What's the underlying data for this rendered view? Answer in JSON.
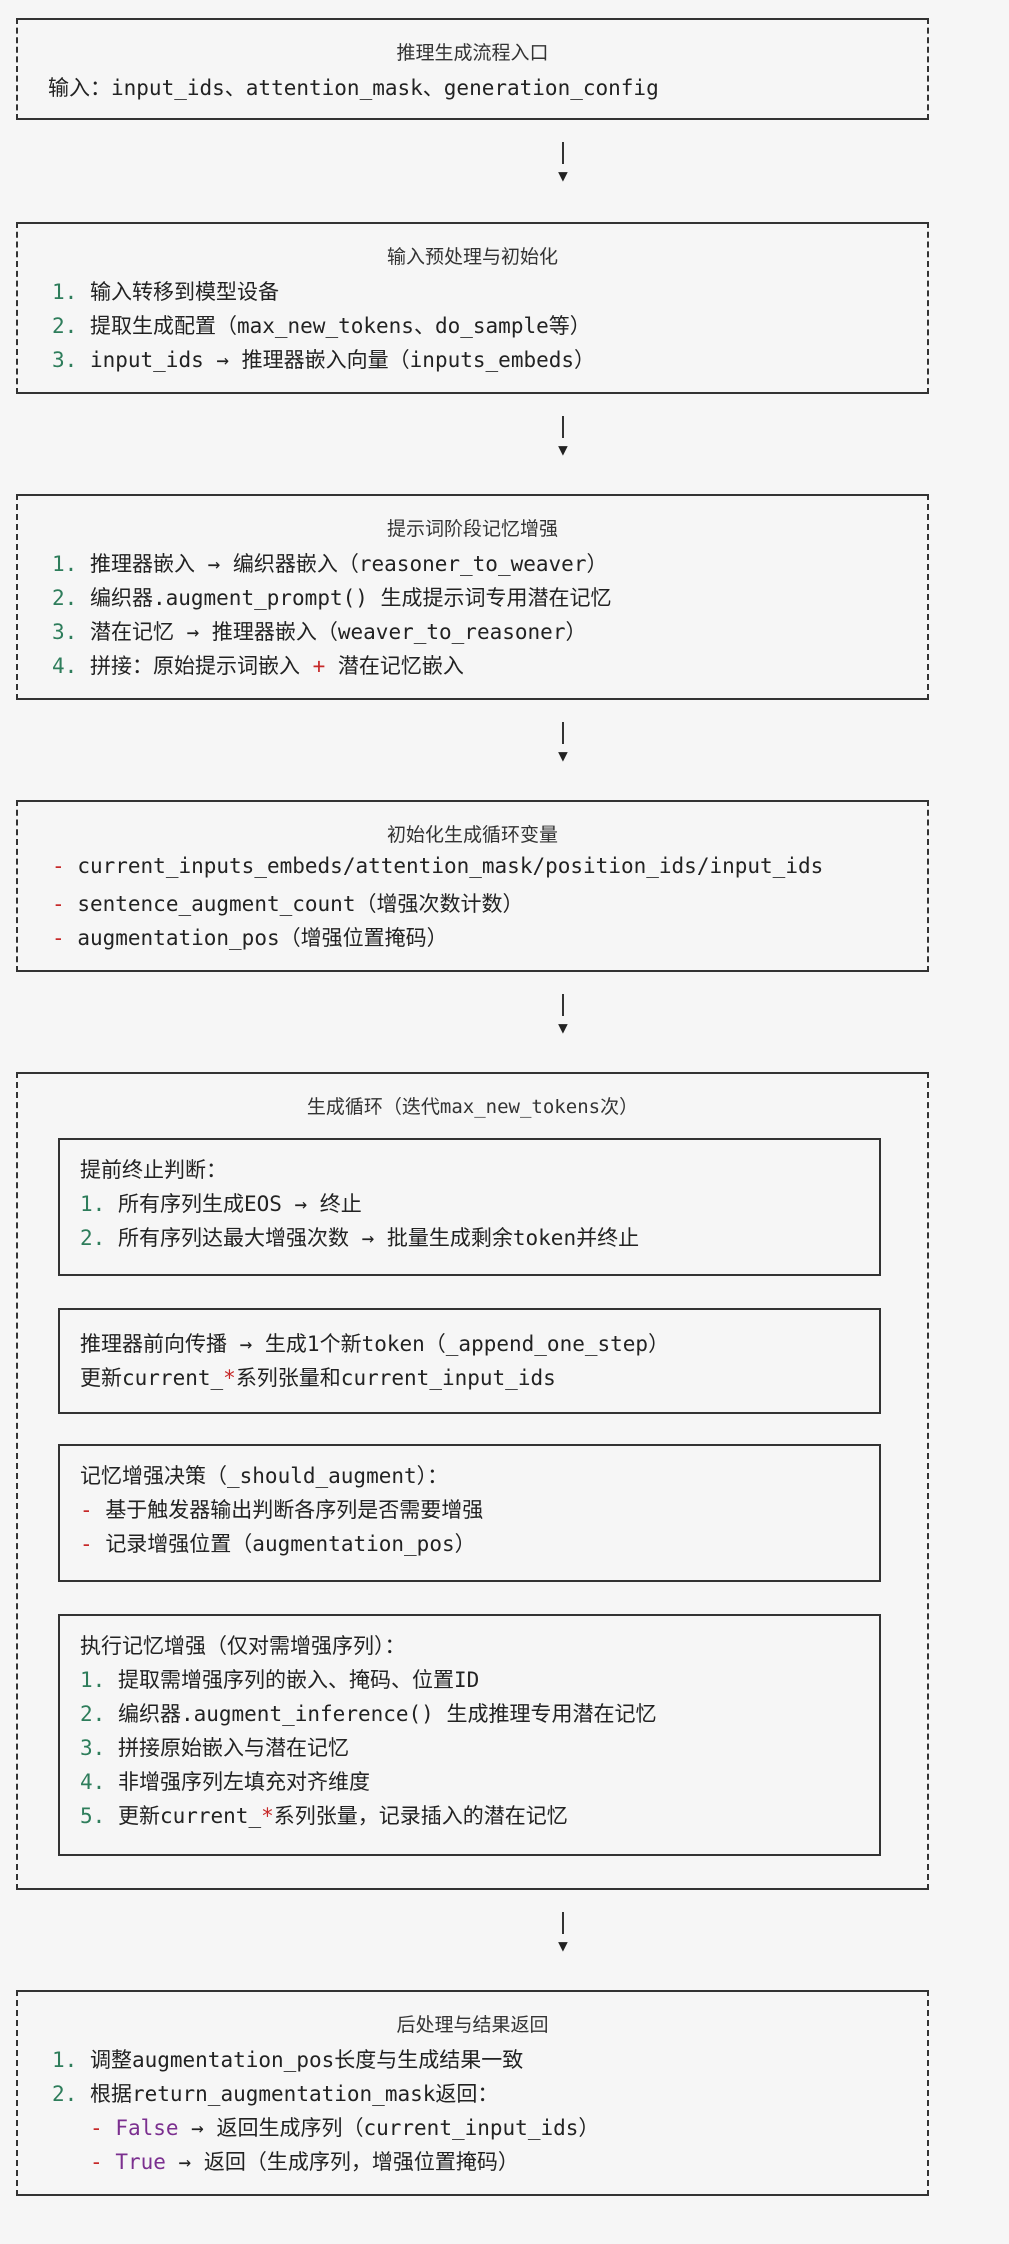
{
  "box1": {
    "title": "推理生成流程入口",
    "line": "输入：input_ids、attention_mask、generation_config"
  },
  "box2": {
    "title": "输入预处理与初始化",
    "items": [
      {
        "num": "1.",
        "text": "输入转移到模型设备"
      },
      {
        "num": "2.",
        "text": "提取生成配置（max_new_tokens、do_sample等）"
      },
      {
        "num": "3.",
        "text": "input_ids → 推理器嵌入向量（inputs_embeds）"
      }
    ]
  },
  "box3": {
    "title": "提示词阶段记忆增强",
    "items": [
      {
        "num": "1.",
        "text": "推理器嵌入 → 编织器嵌入（reasoner_to_weaver）"
      },
      {
        "num": "2.",
        "text": "编织器.augment_prompt() 生成提示词专用潜在记忆"
      },
      {
        "num": "3.",
        "text": "潜在记忆 → 推理器嵌入（weaver_to_reasoner）"
      },
      {
        "num": "4.",
        "text_a": "拼接：原始提示词嵌入 ",
        "plus": "+",
        "text_b": " 潜在记忆嵌入"
      }
    ]
  },
  "box4": {
    "title": "初始化生成循环变量",
    "items": [
      {
        "dash": "-",
        "text": "current_inputs_embeds/attention_mask/position_ids/input_ids"
      },
      {
        "dash": "-",
        "text": "sentence_augment_count（增强次数计数）"
      },
      {
        "dash": "-",
        "text": "augmentation_pos（增强位置掩码）"
      }
    ]
  },
  "box5": {
    "title": "生成循环（迭代max_new_tokens次）",
    "sub1": {
      "head": "提前终止判断：",
      "items": [
        {
          "num": "1.",
          "text": "所有序列生成EOS → 终止"
        },
        {
          "num": "2.",
          "text": "所有序列达最大增强次数 → 批量生成剩余token并终止"
        }
      ]
    },
    "sub2": {
      "line1": "推理器前向传播 → 生成1个新token（_append_one_step）",
      "line2_a": "更新current_",
      "line2_star": "*",
      "line2_b": "系列张量和current_input_ids"
    },
    "sub3": {
      "head": "记忆增强决策（_should_augment）：",
      "items": [
        {
          "dash": "-",
          "text": "基于触发器输出判断各序列是否需要增强"
        },
        {
          "dash": "-",
          "text": "记录增强位置（augmentation_pos）"
        }
      ]
    },
    "sub4": {
      "head": "执行记忆增强（仅对需增强序列）：",
      "items": [
        {
          "num": "1.",
          "text": "提取需增强序列的嵌入、掩码、位置ID"
        },
        {
          "num": "2.",
          "text": "编织器.augment_inference() 生成推理专用潜在记忆"
        },
        {
          "num": "3.",
          "text": "拼接原始嵌入与潜在记忆"
        },
        {
          "num": "4.",
          "text": "非增强序列左填充对齐维度"
        },
        {
          "num": "5.",
          "text_a": "更新current_",
          "star": "*",
          "text_b": "系列张量，记录插入的潜在记忆"
        }
      ]
    }
  },
  "box6": {
    "title": "后处理与结果返回",
    "items": [
      {
        "num": "1.",
        "text": "调整augmentation_pos长度与生成结果一致"
      },
      {
        "num": "2.",
        "text": "根据return_augmentation_mask返回："
      }
    ],
    "subitems": [
      {
        "dash": "-",
        "kw": "False",
        "text": " → 返回生成序列（current_input_ids）"
      },
      {
        "dash": "-",
        "kw": "True",
        "text": " → 返回（生成序列，增强位置掩码）"
      }
    ]
  }
}
